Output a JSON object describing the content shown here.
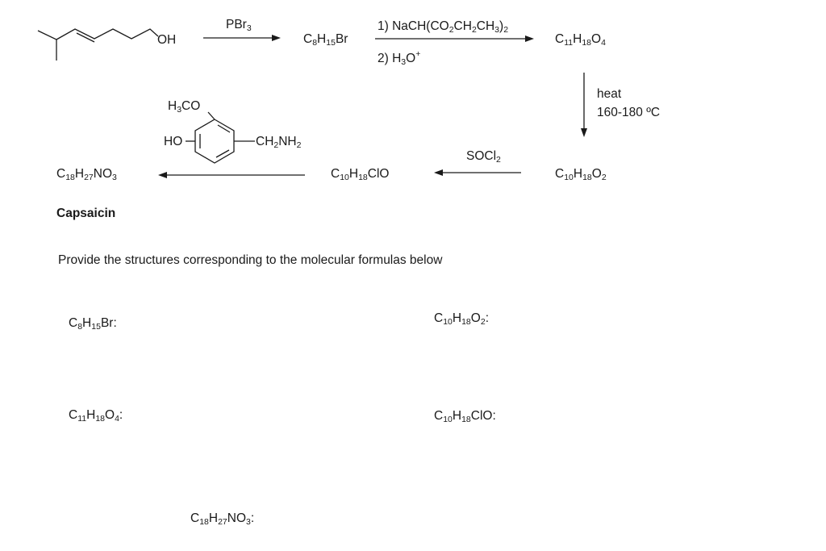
{
  "scheme": {
    "start_oh": "OH",
    "reagent_pbr3": {
      "pre": "PBr",
      "sub": "3"
    },
    "product_1": {
      "c": "8",
      "h": "15",
      "tail": "Br"
    },
    "reagent_malonate_1": {
      "a": "1) NaCH(CO",
      "s1": "2",
      "b": "CH",
      "s2": "2",
      "c": "CH",
      "s3": "3",
      "d": ")",
      "s4": "2"
    },
    "reagent_malonate_2": {
      "a": "2) H",
      "s1": "3",
      "b": "O",
      "sup": "+"
    },
    "product_2": {
      "c": "11",
      "h": "18",
      "o": "4"
    },
    "heat_label": "heat",
    "temp_label": "160-180 ºC",
    "product_3": {
      "c": "10",
      "h": "18",
      "o": "2"
    },
    "reagent_socl2": {
      "a": "SOCl",
      "s1": "2"
    },
    "product_4": {
      "c": "10",
      "h": "18",
      "tail": "ClO"
    },
    "amine_h3co": {
      "a": "H",
      "s1": "3",
      "b": "CO"
    },
    "amine_ho": "HO",
    "amine_ch2nh2": {
      "a": "CH",
      "s1": "2",
      "b": "NH",
      "s2": "2"
    },
    "product_5": {
      "c": "18",
      "h": "27",
      "n": "NO",
      "s3": "3"
    },
    "product_name": "Capsaicin"
  },
  "question": {
    "prompt": "Provide the structures corresponding to the molecular formulas below",
    "labels": {
      "c8h15br": {
        "c": "8",
        "h": "15",
        "tail": "Br:"
      },
      "c10h18o2": {
        "c": "10",
        "h": "18",
        "o": "2",
        "tail": ":"
      },
      "c11h18o4": {
        "c": "11",
        "h": "18",
        "o": "4",
        "tail": ":"
      },
      "c10h18clo": {
        "c": "10",
        "h": "18",
        "tail": "ClO:"
      },
      "c18h27no3": {
        "c": "18",
        "h": "27",
        "n": "NO",
        "s3": "3",
        "tail": ":"
      }
    }
  }
}
